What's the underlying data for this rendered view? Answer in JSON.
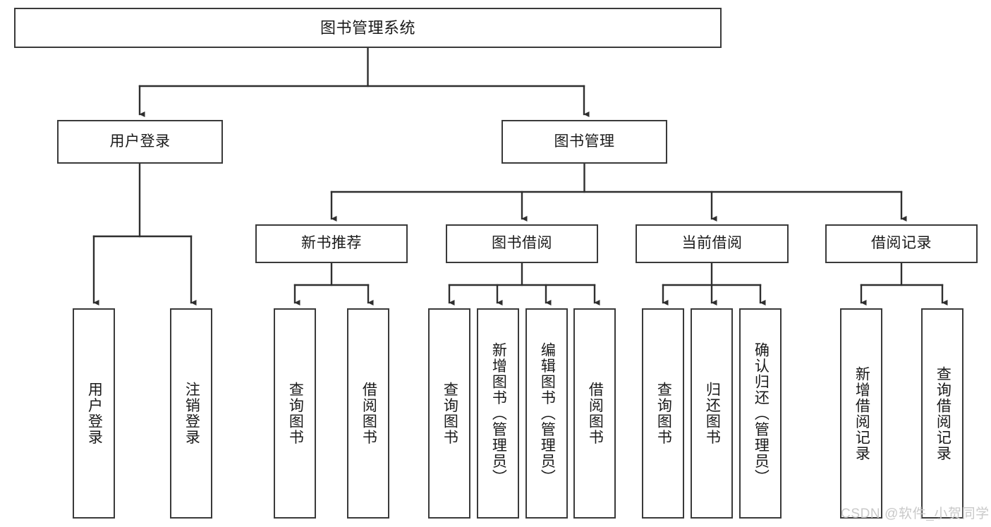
{
  "diagram": {
    "title": "图书管理系统",
    "type": "tree",
    "watermark": "CSDN @软件_小贺同学",
    "colors": {
      "box_border": "#3a3a3a",
      "box_fill": "#ffffff",
      "connector": "#2f2f2f",
      "text": "#1a1a1a",
      "watermark": "#c9c9c9",
      "background": "#ffffff"
    },
    "nodes": {
      "root": {
        "label": "图书管理系统",
        "orientation": "horizontal"
      },
      "level2": [
        {
          "label": "用户登录",
          "orientation": "horizontal"
        },
        {
          "label": "图书管理",
          "orientation": "horizontal"
        }
      ],
      "level3": [
        {
          "label": "新书推荐",
          "orientation": "horizontal"
        },
        {
          "label": "图书借阅",
          "orientation": "horizontal"
        },
        {
          "label": "当前借阅",
          "orientation": "horizontal"
        },
        {
          "label": "借阅记录",
          "orientation": "horizontal"
        }
      ],
      "leaves": {
        "user_login": [
          {
            "label": "用户登录",
            "orientation": "vertical"
          },
          {
            "label": "注销登录",
            "orientation": "vertical"
          }
        ],
        "new_book_recommend": [
          {
            "label": "查询图书",
            "orientation": "vertical"
          },
          {
            "label": "借阅图书",
            "orientation": "vertical"
          }
        ],
        "book_borrow": [
          {
            "label": "查询图书",
            "orientation": "vertical"
          },
          {
            "label": "新增图书（管理员）",
            "orientation": "vertical"
          },
          {
            "label": "编辑图书（管理员）",
            "orientation": "vertical"
          },
          {
            "label": "借阅图书",
            "orientation": "vertical"
          }
        ],
        "current_borrow": [
          {
            "label": "查询图书",
            "orientation": "vertical"
          },
          {
            "label": "归还图书",
            "orientation": "vertical"
          },
          {
            "label": "确认归还（管理员）",
            "orientation": "vertical"
          }
        ],
        "borrow_record": [
          {
            "label": "新增借阅记录",
            "orientation": "vertical"
          },
          {
            "label": "查询借阅记录",
            "orientation": "vertical"
          }
        ]
      }
    }
  }
}
